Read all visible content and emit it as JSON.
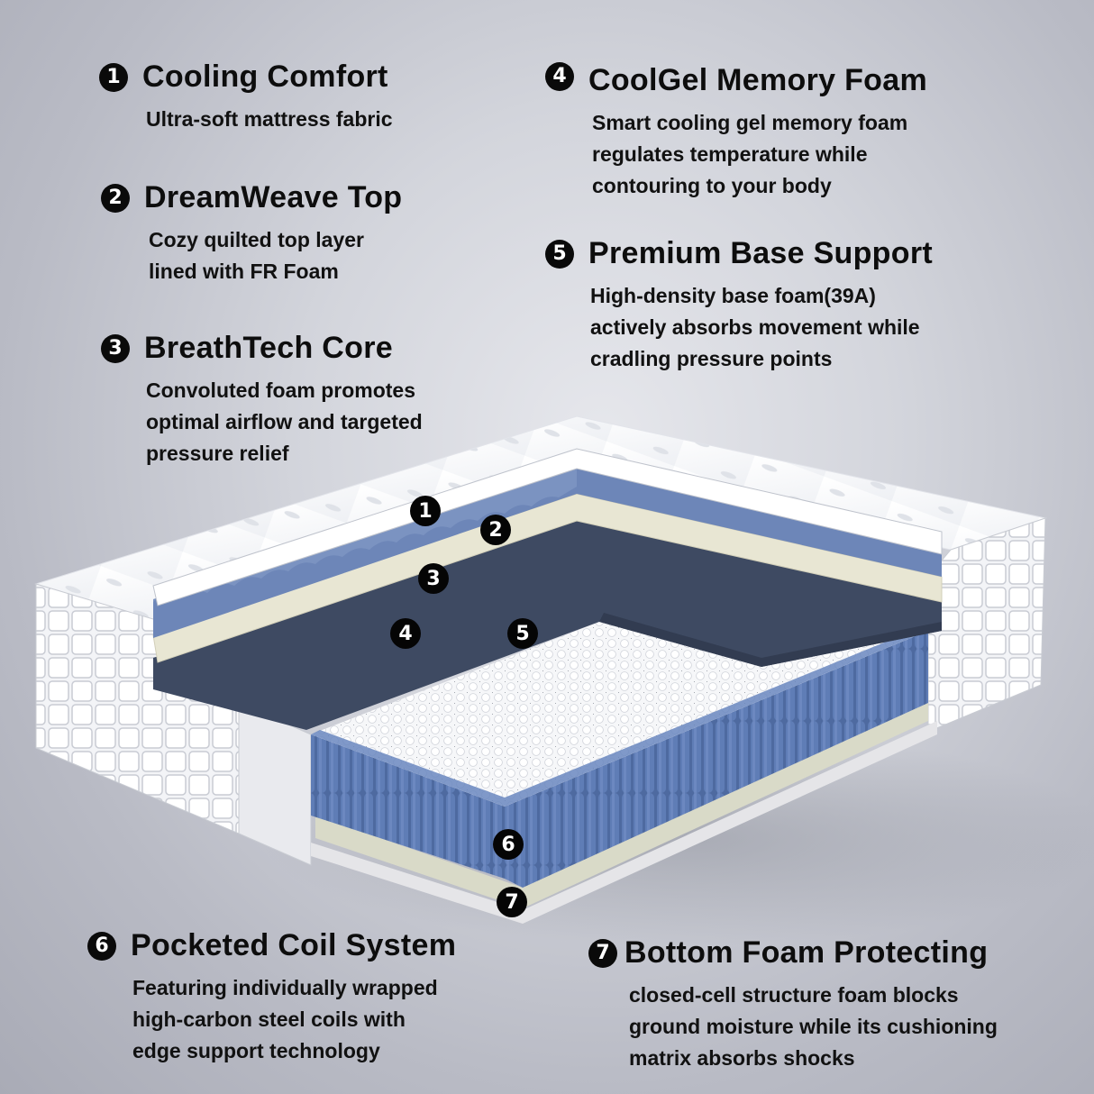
{
  "colors": {
    "background_center": "#e6e7ec",
    "background_edge": "#a9abb6",
    "badge": "#0a0a0a",
    "cover_white": "#f7f7f9",
    "coil_blue": "#5b79b0",
    "convoluted_blue": "#6d86b8",
    "memory_foam_cream": "#e8e6d3",
    "base_foam_navy": "#3e4a62",
    "bottom_foam": "#d9dac8"
  },
  "features": [
    {
      "number": "1",
      "title": "Cooling Comfort",
      "lines": [
        "Ultra-soft mattress fabric"
      ]
    },
    {
      "number": "2",
      "title": "DreamWeave Top",
      "lines": [
        "Cozy quilted top layer",
        "lined with FR Foam"
      ]
    },
    {
      "number": "3",
      "title": "BreathTech Core",
      "lines": [
        "Convoluted foam promotes",
        "optimal airflow and targeted",
        "pressure relief"
      ]
    },
    {
      "number": "4",
      "title": "CoolGel Memory Foam",
      "lines": [
        "Smart cooling gel memory foam",
        "regulates temperature while",
        "contouring to your body"
      ]
    },
    {
      "number": "5",
      "title": "Premium Base Support",
      "lines": [
        "High-density base foam(39A)",
        "actively absorbs movement while",
        "cradling pressure points"
      ]
    },
    {
      "number": "6",
      "title": "Pocketed Coil System",
      "lines": [
        "Featuring individually wrapped",
        "high-carbon steel coils with",
        "edge support technology"
      ]
    },
    {
      "number": "7",
      "title": "Bottom Foam Protecting",
      "lines": [
        "closed-cell structure foam blocks",
        "ground moisture while its cushioning",
        "matrix absorbs shocks"
      ]
    }
  ],
  "diagram_markers": [
    "1",
    "2",
    "3",
    "4",
    "5",
    "6",
    "7"
  ]
}
